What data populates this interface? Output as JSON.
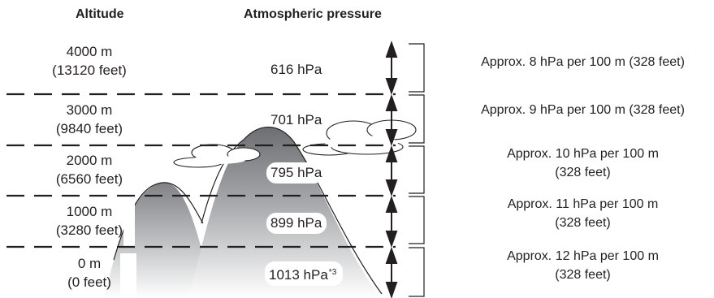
{
  "headers": {
    "altitude": "Altitude",
    "pressure": "Atmospheric pressure"
  },
  "levels": [
    {
      "altitude_m": "4000 m",
      "altitude_ft": "(13120 feet)",
      "pressure": "616 hPa",
      "rate_line1": "Approx. 8 hPa per 100 m (328 feet)",
      "rate_line2": ""
    },
    {
      "altitude_m": "3000 m",
      "altitude_ft": "(9840 feet)",
      "pressure": "701 hPa",
      "rate_line1": "Approx. 9 hPa per 100 m (328 feet)",
      "rate_line2": ""
    },
    {
      "altitude_m": "2000 m",
      "altitude_ft": "(6560 feet)",
      "pressure": "795 hPa",
      "rate_line1": "Approx. 10 hPa per 100 m",
      "rate_line2": "(328 feet)"
    },
    {
      "altitude_m": "1000 m",
      "altitude_ft": "(3280 feet)",
      "pressure": "899 hPa",
      "rate_line1": "Approx. 11 hPa per 100 m",
      "rate_line2": "(328 feet)"
    },
    {
      "altitude_m": "0 m",
      "altitude_ft": "(0 feet)",
      "pressure": "1013 hPa",
      "pressure_note": "*3",
      "rate_line1": "Approx. 12 hPa per 100 m",
      "rate_line2": "(328 feet)"
    }
  ],
  "colors": {
    "text": "#231f20",
    "line": "#231f20",
    "mountain_top": "#6d6e71",
    "mountain_bottom": "#ffffff"
  }
}
